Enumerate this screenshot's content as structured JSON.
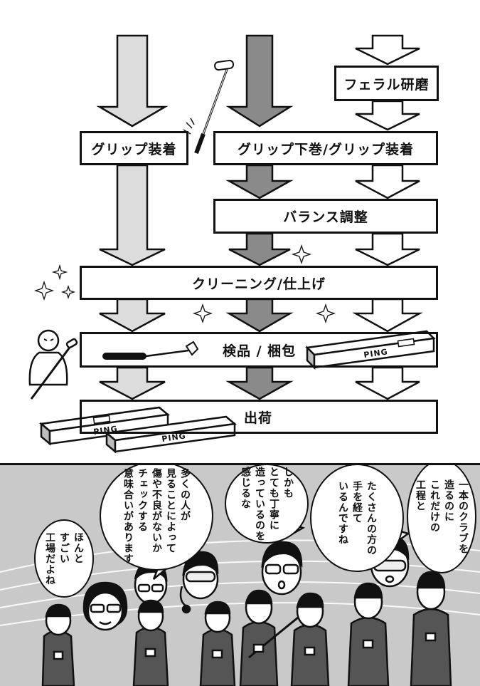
{
  "flow": {
    "steps": {
      "ferrule": "フェラル研磨",
      "grip_install": "グリップ装着",
      "underwrap_grip": "グリップ下巻/グリップ装着",
      "balance": "バランス調整",
      "cleaning": "クリーニング/仕上げ",
      "inspection_packing": "検品 / 梱包",
      "shipping": "出荷"
    },
    "box_brand": "PING",
    "colors": {
      "light_arrow": "#dcdcdc",
      "dark_arrow": "#8a8a8a",
      "white_arrow": "#ffffff",
      "ink": "#111111",
      "panel_bg": "#c9c9c9"
    }
  },
  "panel": {
    "bubbles": {
      "b1": "一本のクラブを\n造るのに\nこれだけの\n工程と",
      "b2": "たくさんの方の\n手を経て\nいるんですね",
      "b3": "しかも\nとても丁寧に\n造っているのを\n感じるな",
      "b4": "多くの人が\n見ることによって\n傷や不良がないか\nチェックする\n意味合いがあります",
      "b5": "ほんと\nすごい\n工場だよね"
    }
  }
}
